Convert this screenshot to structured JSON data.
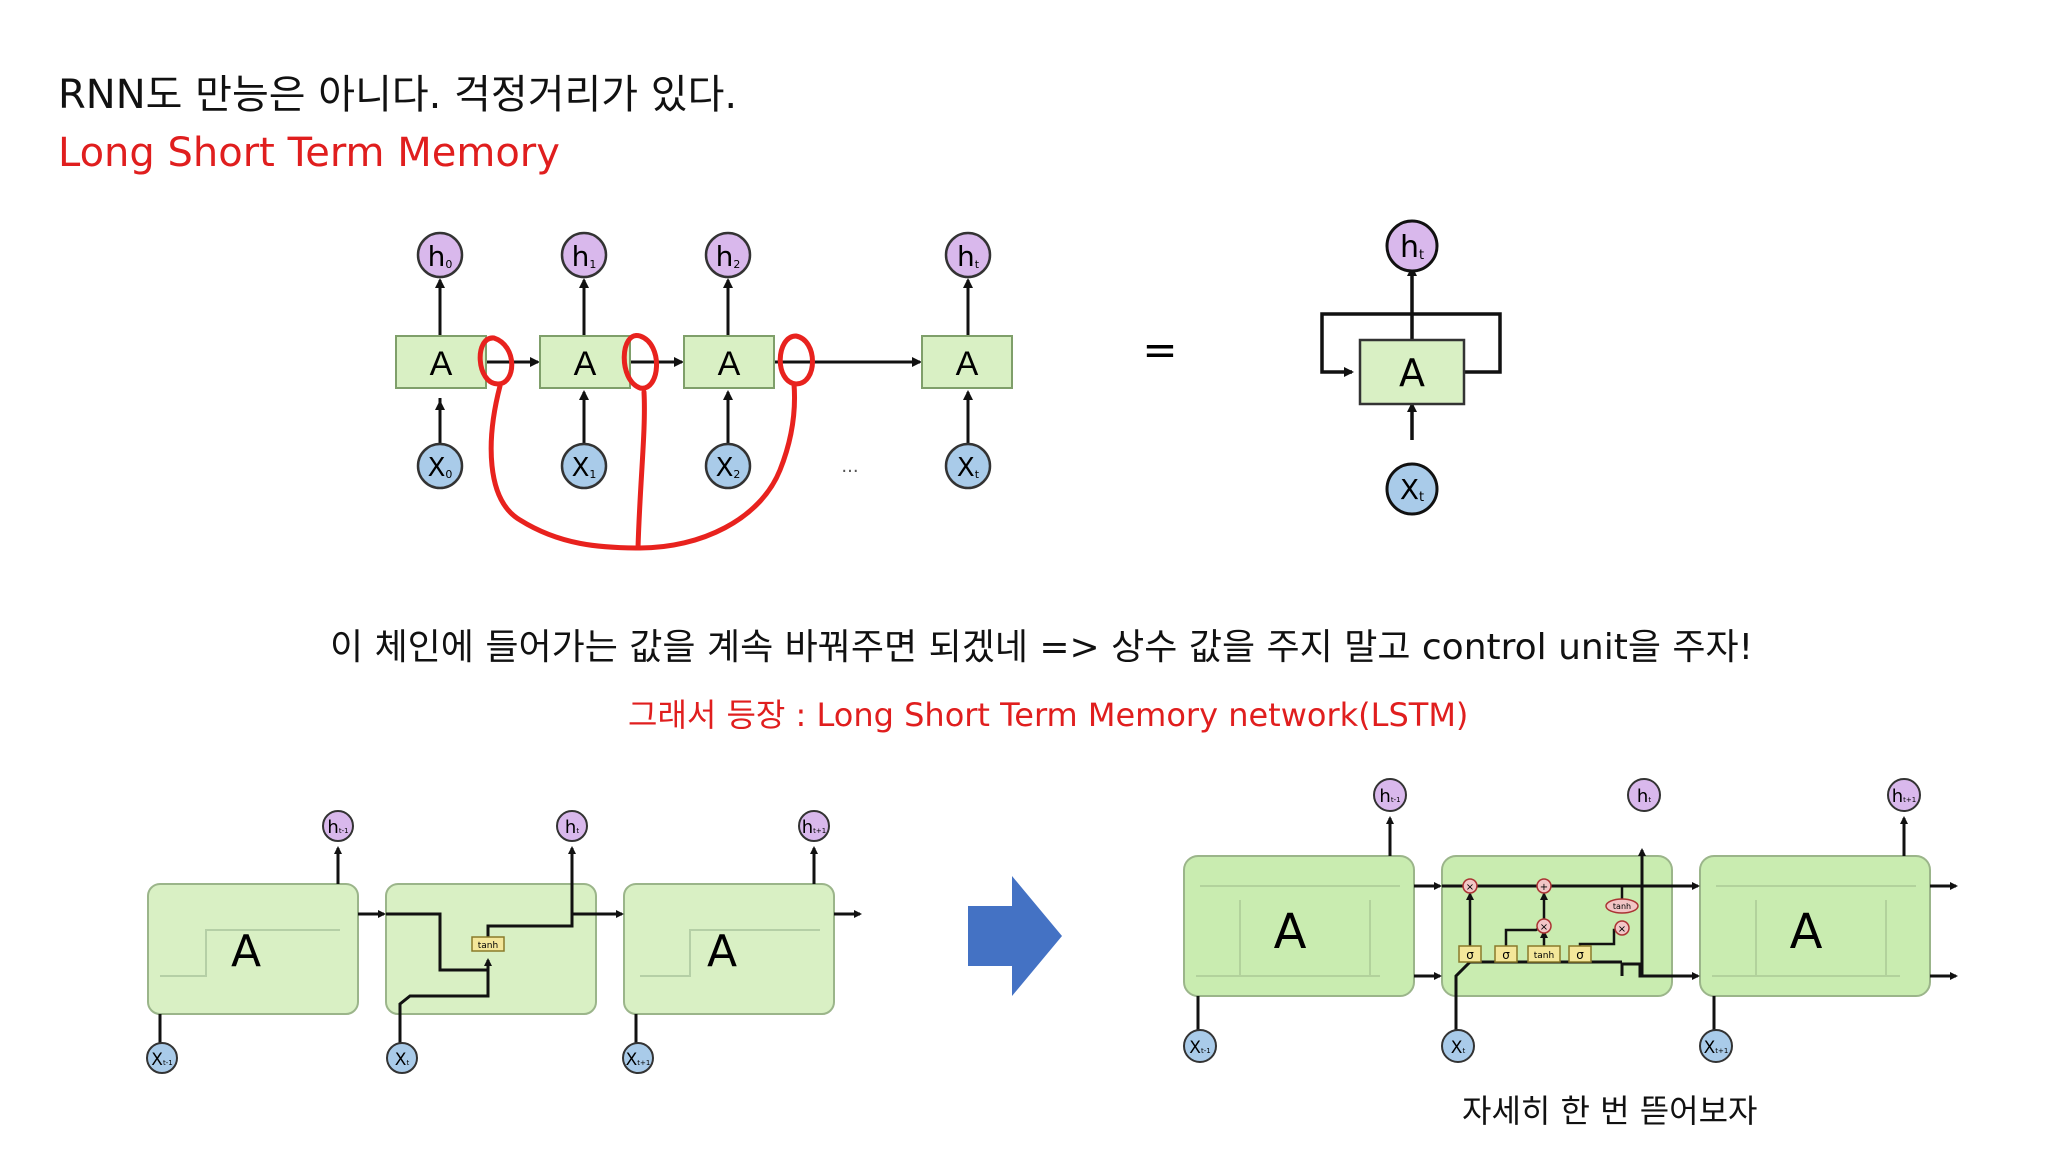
{
  "slide": {
    "title": "RNN도 만능은 아니다. 걱정거리가 있다.",
    "subtitle": "Long Short Term Memory",
    "middle_text": "이 체인에 들어가는 값을 계속 바꿔주면 되겠네 => 상수 값을 주지 말고 control unit을 주자!",
    "middle_red_text": "그래서 등장 : Long Short Term Memory network(LSTM)",
    "bottom_caption": "자세히 한 번 뜯어보자"
  },
  "unrolled_rnn": {
    "cell_label": "A",
    "equals": "=",
    "ellipsis": "...",
    "outputs": [
      {
        "h": "h",
        "sub": "0"
      },
      {
        "h": "h",
        "sub": "1"
      },
      {
        "h": "h",
        "sub": "2"
      },
      {
        "h": "h",
        "sub": "t"
      }
    ],
    "inputs": [
      {
        "x": "X",
        "sub": "0"
      },
      {
        "x": "X",
        "sub": "1"
      },
      {
        "x": "X",
        "sub": "2"
      },
      {
        "x": "X",
        "sub": "t"
      }
    ]
  },
  "rolled_rnn": {
    "cell_label": "A",
    "output": {
      "h": "h",
      "sub": "t"
    },
    "input": {
      "x": "X",
      "sub": "t"
    }
  },
  "rnn_chain": {
    "cell_label": "A",
    "tanh_label": "tanh",
    "outputs": [
      {
        "h": "h",
        "sub": "t-1"
      },
      {
        "h": "h",
        "sub": "t"
      },
      {
        "h": "h",
        "sub": "t+1"
      }
    ],
    "inputs": [
      {
        "x": "X",
        "sub": "t-1"
      },
      {
        "x": "X",
        "sub": "t"
      },
      {
        "x": "X",
        "sub": "t+1"
      }
    ]
  },
  "lstm_chain": {
    "cell_label": "A",
    "gates": [
      "σ",
      "σ",
      "tanh",
      "σ"
    ],
    "ops": [
      "×",
      "+",
      "×",
      "×"
    ],
    "tanh_op": "tanh",
    "outputs": [
      {
        "h": "h",
        "sub": "t-1"
      },
      {
        "h": "h",
        "sub": "t"
      },
      {
        "h": "h",
        "sub": "t+1"
      }
    ],
    "inputs": [
      {
        "x": "X",
        "sub": "t-1"
      },
      {
        "x": "X",
        "sub": "t"
      },
      {
        "x": "X",
        "sub": "t+1"
      }
    ]
  },
  "colors": {
    "cell_fill": "#d9f0c4",
    "cell_stroke": "#7f9f6a",
    "lstm_fill": "#c9ecb0",
    "h_fill": "#d9b8ec",
    "x_fill": "#a9cbe9",
    "node_stroke": "#333333",
    "annotation_red": "#e8221e",
    "arrow_blue": "#4472c4",
    "gate_fill": "#f4e79a"
  }
}
